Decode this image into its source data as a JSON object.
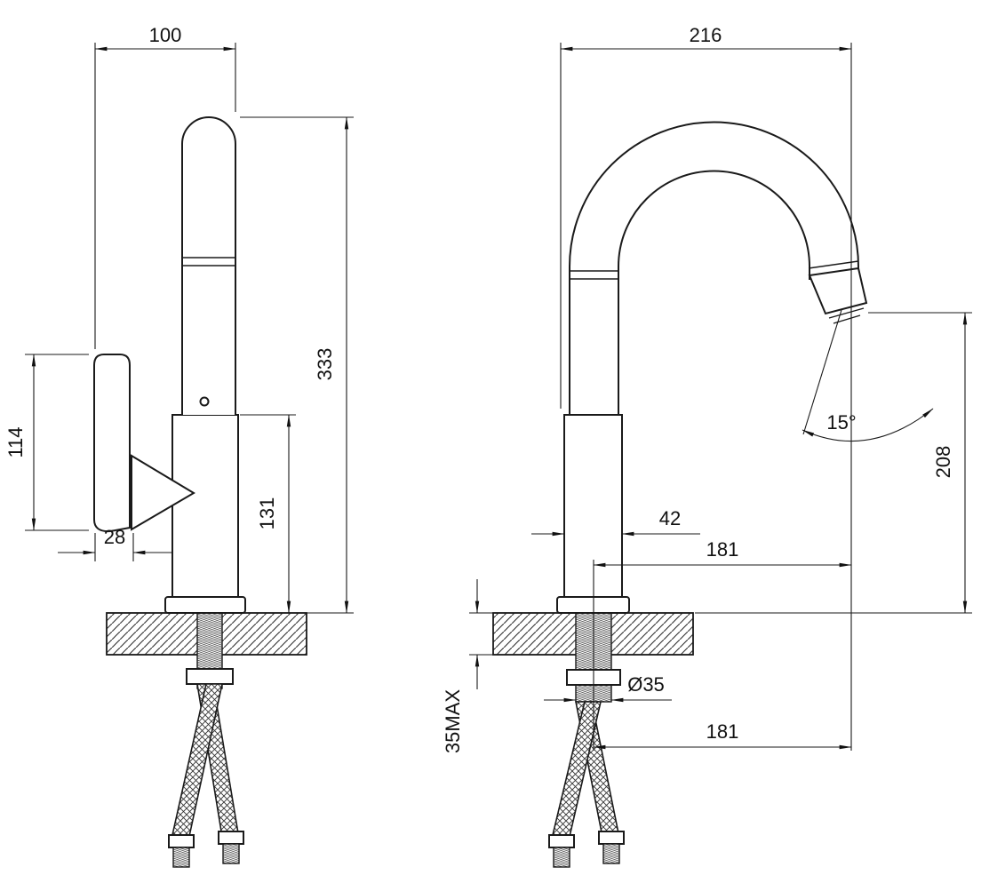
{
  "colors": {
    "line": "#1a1a1a",
    "background": "#ffffff"
  },
  "views": {
    "side": {
      "dims": {
        "top_width": "100",
        "total_height": "333",
        "body_height": "131",
        "handle_height": "114",
        "handle_offset": "28"
      }
    },
    "front": {
      "dims": {
        "top_width": "216",
        "spout_height": "208",
        "nozzle_angle": "15°",
        "body_width": "42",
        "spout_reach": "181",
        "spout_reach_lower": "181",
        "hole_diameter": "Ø35",
        "max_counter_thickness": "35MAX"
      }
    }
  }
}
